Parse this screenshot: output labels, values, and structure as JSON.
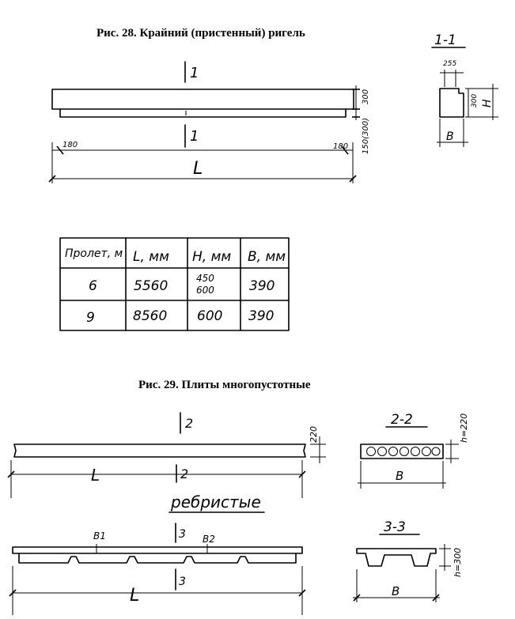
{
  "fig28": {
    "caption": "Рис. 28. Крайний (пристенный) ригель",
    "section_label": "1-1",
    "cut_mark": "1",
    "length_label": "L",
    "left_dim": "180",
    "right_dim": "180",
    "dim_300": "300",
    "dim_h_block": "150(300)",
    "section_top_dim": "255",
    "section_inner_dim": "300",
    "section_h": "H",
    "section_b": "B",
    "table": {
      "headers": [
        "Пролет, м",
        "L, мм",
        "H, мм",
        "B, мм"
      ],
      "rows": [
        [
          "6",
          "5560",
          "450\n600",
          "390"
        ],
        [
          "9",
          "8560",
          "600",
          "390"
        ]
      ]
    }
  },
  "fig29": {
    "caption": "Рис. 29. Плиты многопустотные",
    "cut_mark_2": "2",
    "section_2_label": "2-2",
    "dim_220": "220",
    "h_label": "h=220",
    "length_label": "L",
    "width_label": "B",
    "ribbed_title": "ребристые",
    "cut_mark_3": "3",
    "section_3_label": "3-3",
    "b1_label": "B1",
    "b2_label": "B2",
    "h300_label": "h=300"
  }
}
